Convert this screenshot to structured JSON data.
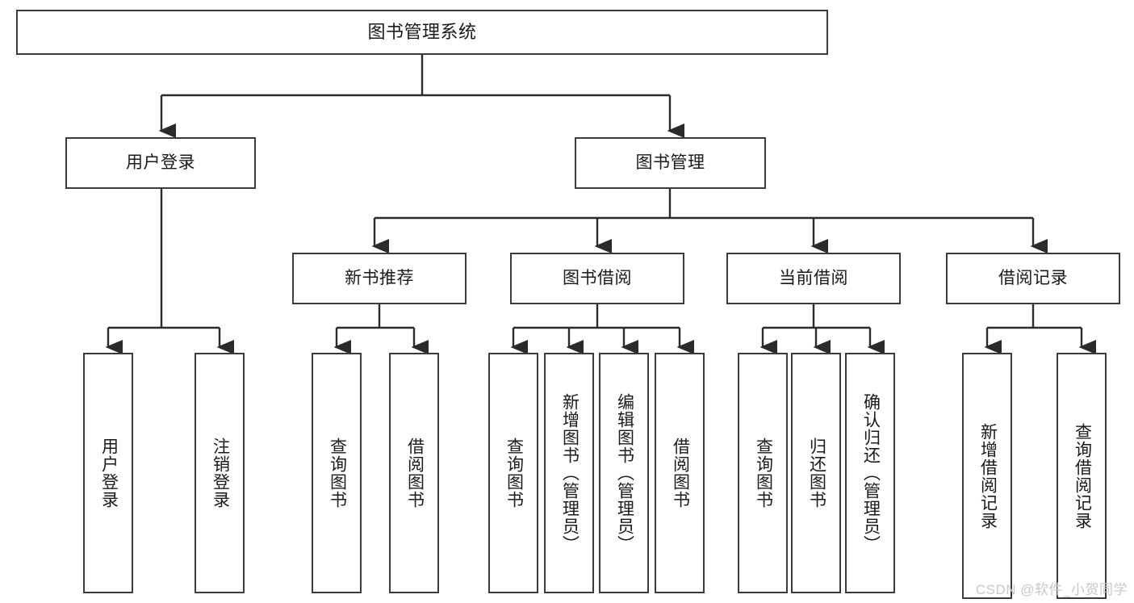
{
  "diagram": {
    "title": "图书管理系统",
    "background": "#ffffff",
    "line_color": "#3b3b3b",
    "box_border_color": "#3b3b3b",
    "text_color": "#1a1a1a",
    "watermark": "CSDN @软件_小贺同学",
    "watermark_color": "#c9c9c9",
    "type": "tree",
    "levels": 4,
    "root": {
      "label": "图书管理系统"
    },
    "level2": [
      {
        "label": "用户登录"
      },
      {
        "label": "图书管理"
      }
    ],
    "level3": [
      {
        "label": "新书推荐"
      },
      {
        "label": "图书借阅"
      },
      {
        "label": "当前借阅"
      },
      {
        "label": "借阅记录"
      }
    ],
    "leaves": {
      "user_login": [
        {
          "label": "用户登录"
        },
        {
          "label": "注销登录"
        }
      ],
      "new_book_recommend": [
        {
          "label": "查询图书"
        },
        {
          "label": "借阅图书"
        }
      ],
      "book_borrow": [
        {
          "label": "查询图书"
        },
        {
          "label": "新增图书（管理员）"
        },
        {
          "label": "编辑图书（管理员）"
        },
        {
          "label": "借阅图书"
        }
      ],
      "current_borrow": [
        {
          "label": "查询图书"
        },
        {
          "label": "归还图书"
        },
        {
          "label": "确认归还（管理员）"
        }
      ],
      "borrow_record": [
        {
          "label": "新增借阅记录"
        },
        {
          "label": "查询借阅记录"
        }
      ]
    }
  }
}
